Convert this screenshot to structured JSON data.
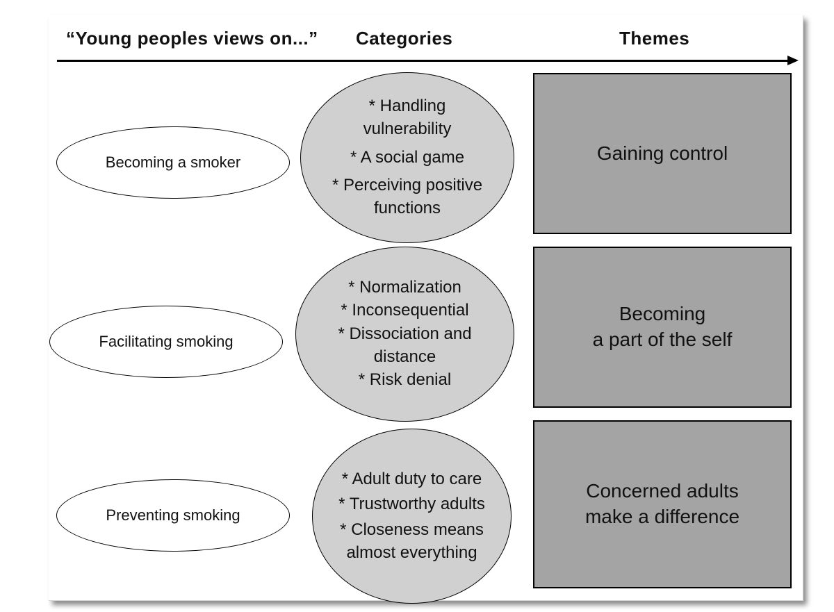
{
  "header": {
    "views_label": "“Young peoples views on...”",
    "categories_label": "Categories",
    "themes_label": "Themes"
  },
  "rows": [
    {
      "view": "Becoming a smoker",
      "categories": [
        "* Handling vulnerability",
        "* A social game",
        "* Perceiving positive functions"
      ],
      "theme": "Gaining control"
    },
    {
      "view": "Facilitating smoking",
      "categories": [
        "* Normalization",
        "* Inconsequential",
        "* Dissociation and distance",
        "* Risk denial"
      ],
      "theme": "Becoming\na part of the self"
    },
    {
      "view": "Preventing smoking",
      "categories": [
        "* Adult duty to care",
        "* Trustworthy adults",
        "* Closeness means almost everything"
      ],
      "theme": "Concerned adults\nmake a difference"
    }
  ],
  "colors": {
    "category_fill": "#d0d0d0",
    "theme_fill": "#a4a4a4",
    "view_fill": "#ffffff"
  }
}
